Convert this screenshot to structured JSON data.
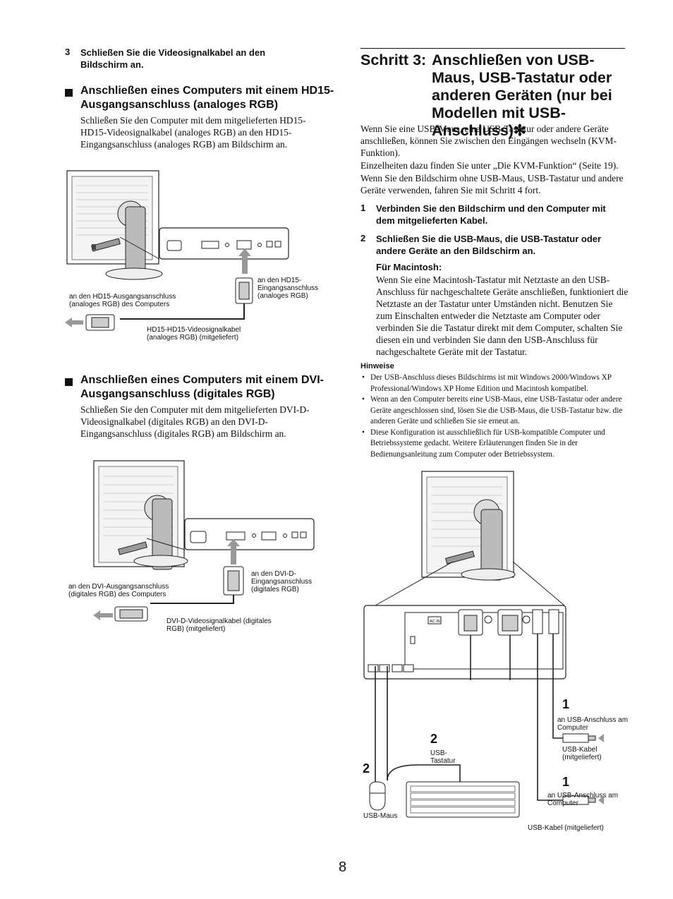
{
  "left": {
    "step3": {
      "num": "3",
      "text": "Schließen Sie die Videosignalkabel an den Bildschirm an."
    },
    "analog": {
      "heading": "Anschließen eines Computers mit einem HD15-Ausgangsanschluss (analoges RGB)",
      "body": "Schließen Sie den Computer mit dem mitgelieferten HD15-HD15-Videosignalkabel (analoges RGB) an den HD15-Eingangsanschluss (analoges RGB) am Bildschirm an.",
      "labels": {
        "input": "an den HD15-Eingangsanschluss (analoges RGB)",
        "output": "an den HD15-Ausgangsanschluss (analoges RGB) des Computers",
        "cable": "HD15-HD15-Videosignalkabel (analoges RGB) (mitgeliefert)"
      }
    },
    "digital": {
      "heading": "Anschließen eines Computers mit einem DVI-Ausgangsanschluss (digitales RGB)",
      "body": "Schließen Sie den Computer mit dem mitgelieferten DVI-D-Videosignalkabel (digitales RGB) an den DVI-D-Eingangsanschluss (digitales RGB) am Bildschirm an.",
      "labels": {
        "input": "an den DVI-D-Eingangsanschluss (digitales RGB)",
        "output": "an den DVI-Ausgangsanschluss (digitales RGB) des Computers",
        "cable": "DVI-D-Videosignalkabel (digitales RGB) (mitgeliefert)"
      }
    }
  },
  "right": {
    "title_prefix": "Schritt 3:",
    "title": "Anschließen von USB-Maus, USB-Tastatur oder anderen Geräten (nur bei Modellen mit USB-Anschluss)✻",
    "intro1": "Wenn Sie eine USB-Maus, eine USB-Tastatur oder andere Geräte anschließen, können Sie zwischen den Eingängen wechseln (KVM-Funktion).",
    "intro2": "Einzelheiten dazu finden Sie unter „Die KVM-Funktion“ (Seite 19).",
    "intro3": "Wenn Sie den Bildschirm ohne USB-Maus, USB-Tastatur und andere Geräte verwenden, fahren Sie mit Schritt 4 fort.",
    "step1": {
      "num": "1",
      "text": "Verbinden Sie den Bildschirm und den Computer mit dem mitgelieferten Kabel."
    },
    "step2": {
      "num": "2",
      "text": "Schließen Sie die USB-Maus, die USB-Tastatur oder andere Geräte an den Bildschirm an."
    },
    "mac_heading": "Für Macintosh:",
    "mac_body": "Wenn Sie eine Macintosh-Tastatur mit Netztaste an den USB-Anschluss für nachgeschaltete Geräte anschließen, funktioniert die Netztaste an der Tastatur unter Umständen nicht. Benutzen Sie zum Einschalten entweder die Netztaste am Computer oder verbinden Sie die Tastatur direkt mit dem Computer, schalten Sie diesen ein und verbinden Sie dann den USB-Anschluss für nachgeschaltete Geräte mit der Tastatur.",
    "notes_heading": "Hinweise",
    "notes": [
      "Der USB-Anschluss dieses Bildschirms ist mit Windows 2000/Windows XP Professional/Windows XP Home Edition und Macintosh kompatibel.",
      "Wenn an den Computer bereits eine USB-Maus, eine USB-Tastatur oder andere Geräte angeschlossen sind, lösen Sie die USB-Maus, die USB-Tastatur bzw. die anderen Geräte und schließen Sie sie erneut an.",
      "Diese Konfiguration ist ausschließlich für USB-kompatible Computer und Betriebssysteme gedacht. Weitere Erläuterungen finden Sie in der Bedienungsanleitung zum Computer oder Betriebssystem."
    ],
    "usb_diagram": {
      "ac_in": "AC IN",
      "num1a": "1",
      "label1a": "an USB-Anschluss am Computer",
      "cable1a": "USB-Kabel (mitgeliefert)",
      "num1b": "1",
      "label1b": "an USB-Anschluss am Computer",
      "cable1b": "USB-Kabel (mitgeliefert)",
      "num2a": "2",
      "keyboard": "USB-Tastatur",
      "num2b": "2",
      "mouse": "USB-Maus"
    }
  },
  "page_number": "8"
}
